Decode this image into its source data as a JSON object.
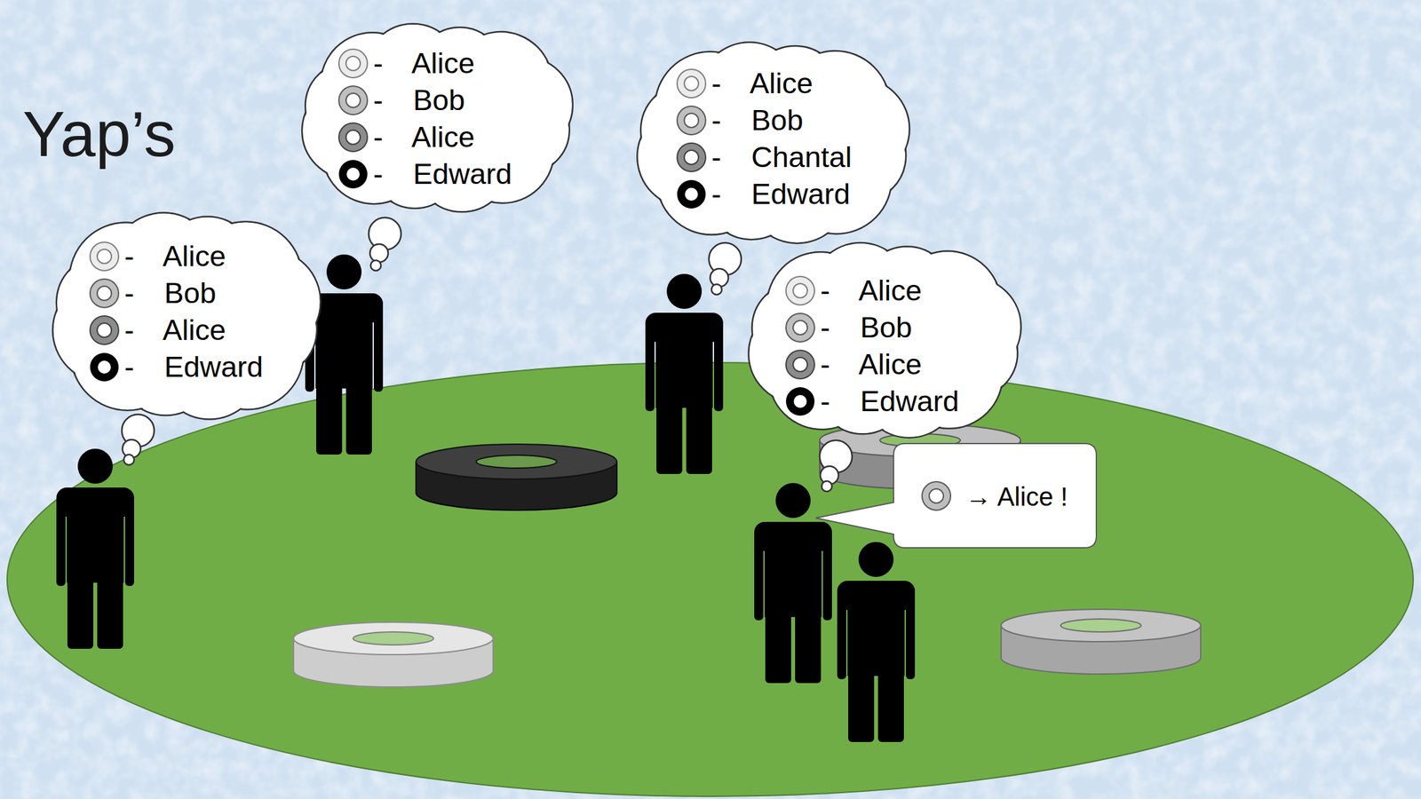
{
  "diagram": {
    "title": "Yap’s",
    "nodes": [
      {
        "text": [
          "- Alice",
          "- Bob",
          "- Alice",
          "- Edward"
        ]
      },
      {
        "text": [
          "- Alice",
          "- Bob",
          "- Chantal",
          "- Edward"
        ]
      },
      {
        "text": [
          "- Alice",
          "- Bob",
          "- Alice",
          "- Edward"
        ]
      },
      {
        "text": [
          "- Alice",
          "- Bob",
          "- Alice",
          "- Edward"
        ]
      },
      {
        "text": [
          "→ Alice !"
        ]
      }
    ]
  }
}
